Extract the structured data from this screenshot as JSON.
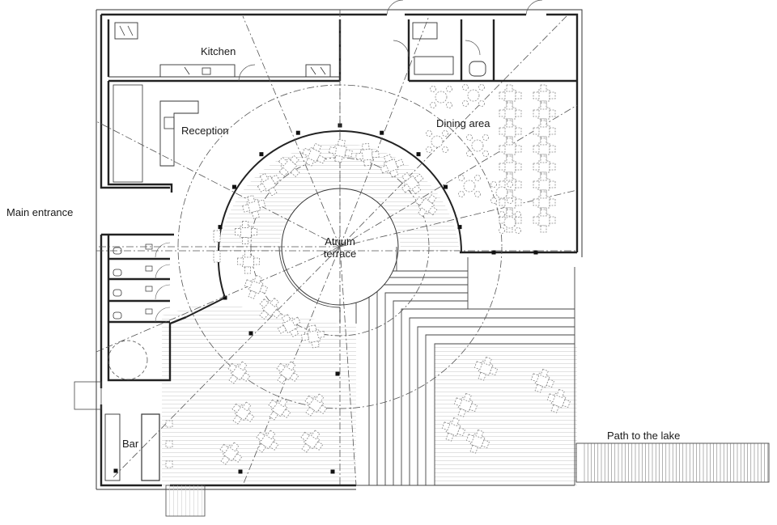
{
  "labels": {
    "kitchen": "Kitchen",
    "reception": "Reception",
    "dining": "Dining area",
    "main_entrance": "Main entrance",
    "atrium_line1": "Atrium",
    "atrium_line2": "terrace",
    "bar": "Bar",
    "path": "Path to the lake"
  }
}
